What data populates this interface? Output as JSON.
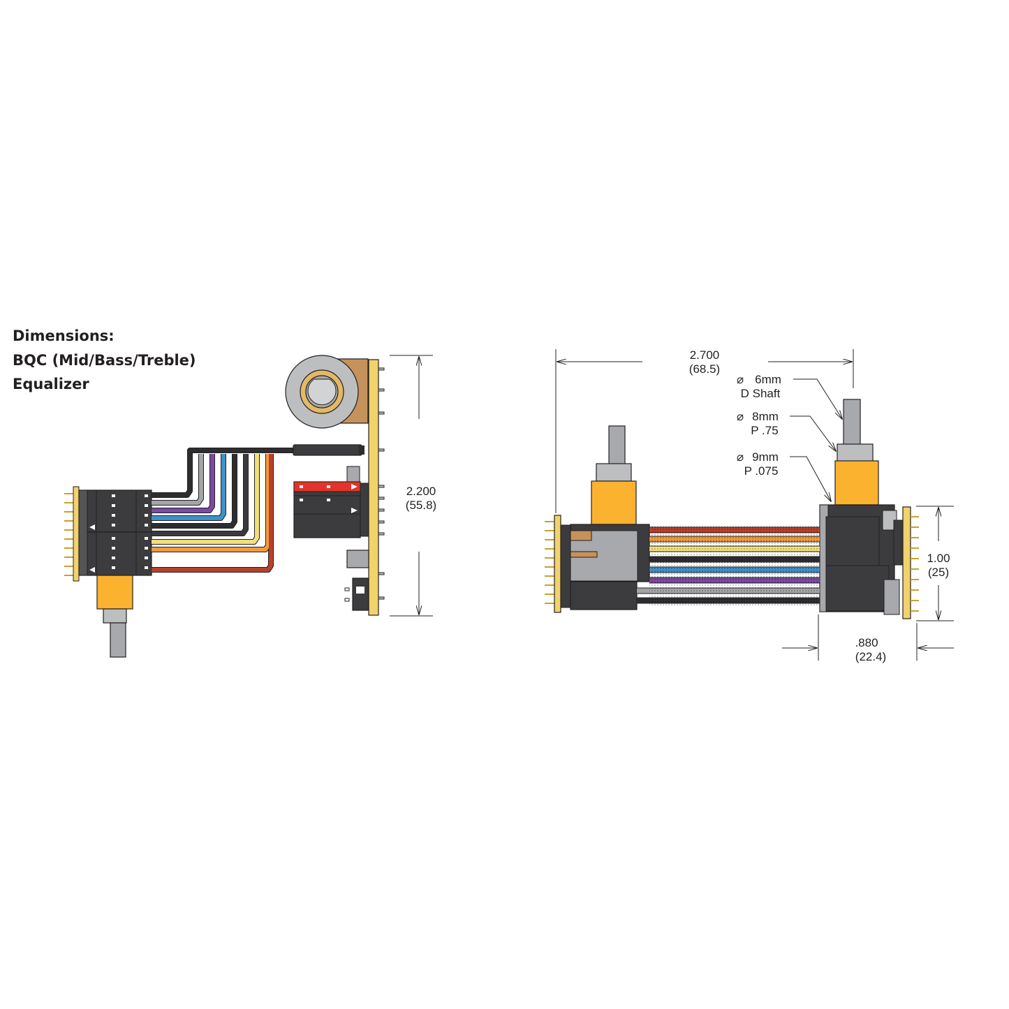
{
  "title": {
    "line1": "Dimensions:",
    "line2": "BQC (Mid/Bass/Treble)",
    "line3": "Equalizer"
  },
  "dimensions": {
    "height_left": {
      "value": "2.200",
      "metric": "(55.8)"
    },
    "width_right": {
      "value": "2.700",
      "metric": "(68.5)"
    },
    "height_right": {
      "value": "1.00",
      "metric": "(25)"
    },
    "depth_right": {
      "value": ".880",
      "metric": "(22.4)"
    }
  },
  "callouts": [
    {
      "symbol": "⌀",
      "line1": "6mm",
      "line2": "D Shaft"
    },
    {
      "symbol": "⌀",
      "line1": "8mm",
      "line2": "P .75"
    },
    {
      "symbol": "⌀",
      "line1": "9mm",
      "line2": "P .075"
    }
  ],
  "colors": {
    "pot_yellow": "#fbb22f",
    "board_gold": "#f2d26b",
    "dark_body": "#3c3c3e",
    "shaft_gray": "#a7a9ac",
    "knob_brown": "#c5925b",
    "switch_red": "#e3332a",
    "wire_black": "#2d2d30",
    "wire_gray": "#a3a5a8",
    "wire_purple": "#7b4aa0",
    "wire_blue": "#3e91c9",
    "wire_yellow": "#f1e07a",
    "wire_orange": "#f29a3e",
    "wire_red": "#b8402c"
  }
}
